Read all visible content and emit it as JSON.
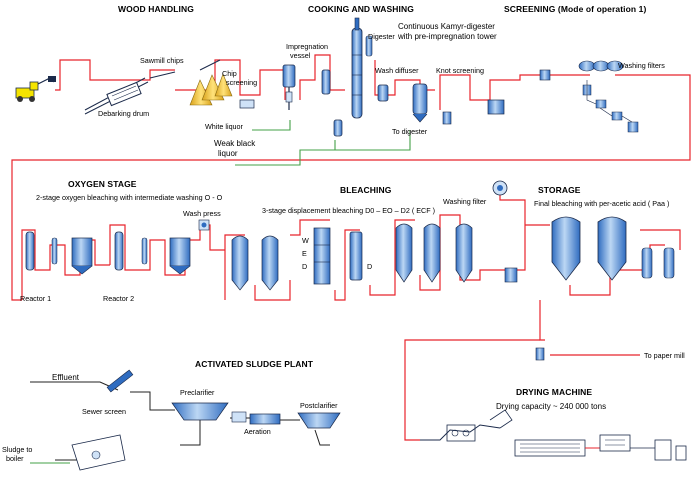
{
  "sections": {
    "wood_handling": "WOOD HANDLING",
    "cooking_washing": "COOKING AND WASHING",
    "screening": "SCREENING (Mode of operation 1)",
    "oxygen_stage": "OXYGEN STAGE",
    "bleaching": "BLEACHING",
    "storage": "STORAGE",
    "activated_sludge": "ACTIVATED SLUDGE PLANT",
    "drying_machine": "DRYING MACHINE"
  },
  "labels": {
    "sawmill_chips": "Sawmill chips",
    "debarking_drum": "Debarking drum",
    "chip_screening_1": "Chip",
    "chip_screening_2": "screening",
    "impregnation_1": "Impregnation",
    "impregnation_2": "vessel",
    "digester": "Digester",
    "kamyr_1": "Continuous Kamyr-digester",
    "kamyr_2": "with pre-impregnation tower",
    "wash_diffuser": "Wash diffuser",
    "knot_screening": "Knot screening",
    "washing_filters": "Washing filters",
    "white_liquor": "White liquor",
    "weak_black_1": "Weak black",
    "weak_black_2": "liquor",
    "to_digester": "To digester",
    "oxygen_desc": "2-stage oxygen bleaching with intermediate washing O - O",
    "wash_press": "Wash press",
    "reactor_1": "Reactor 1",
    "reactor_2": "Reactor 2",
    "bleach_desc": "3-stage displacement bleaching D0 – EO – D2 ( ECF )",
    "washing_filter": "Washing filter",
    "stage_w": "W",
    "stage_e": "E",
    "stage_d": "D",
    "stage_d2": "D",
    "storage_desc": "Final bleaching with per-acetic acid ( Paa )",
    "to_paper_mill": "To paper mill",
    "effluent": "Effluent",
    "sewer_screen": "Sewer screen",
    "preclarifier": "Preclarifier",
    "aeration": "Aeration",
    "postclarifier": "Postclarifier",
    "sludge_1": "Sludge to",
    "sludge_2": "boiler",
    "drying_capacity": "Drying capacity ~ 240 000 tons"
  },
  "colors": {
    "pipe_red": "#e8242c",
    "liquor_green": "#43a047",
    "vessel_blue": "#3f7fcf",
    "vessel_light": "#cfe2f7",
    "chip_yellow": "#f2c94c",
    "truck_yellow": "#f5e400",
    "outline": "#1b2a4a"
  }
}
